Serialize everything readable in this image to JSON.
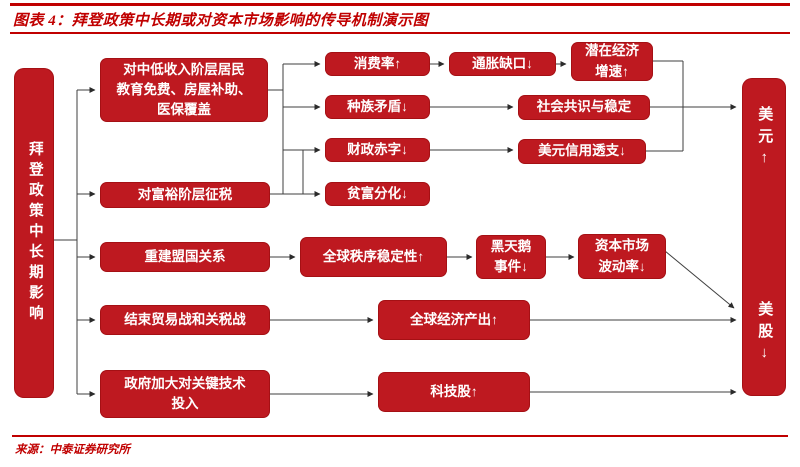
{
  "header": {
    "title": "图表 4：拜登政策中长期或对资本市场影响的传导机制演示图"
  },
  "footer": {
    "source": "来源：中泰证券研究所"
  },
  "colors": {
    "box_red": "#be1920",
    "accent_red": "#c00000",
    "line": "#3f3f3f"
  },
  "nodes": {
    "root": "拜登政策中长期影响",
    "edu": "对中低收入阶层居民\n教育免费、房屋补助、\n医保覆盖",
    "tax": "对富裕阶层征税",
    "consume": "消费率↑",
    "race": "种族矛盾↓",
    "deficit": "财政赤字↓",
    "wealth_gap": "贫富分化↓",
    "inflation": "通胀缺口↓",
    "potential": "潜在经济\n增速↑",
    "consensus": "社会共识与稳定",
    "credit": "美元信用透支↓",
    "ally": "重建盟国关系",
    "order": "全球秩序稳定性↑",
    "swan": "黑天鹅\n事件↓",
    "vol": "资本市场\n波动率↓",
    "trade": "结束贸易战和关税战",
    "output": "全球经济产出↑",
    "gov": "政府加大对关键技术\n投入",
    "tech": "科技股↑",
    "usd": "美元↑",
    "us_stock": "美股↓"
  }
}
